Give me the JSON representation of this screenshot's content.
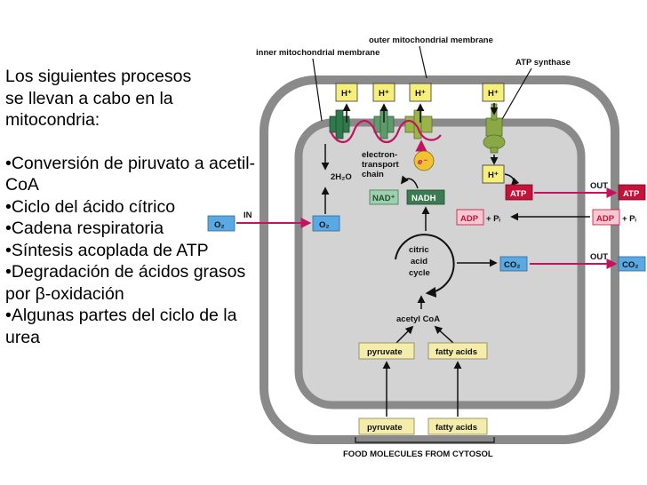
{
  "slide": {
    "title": "Los siguientes procesos\nse llevan a cabo en la\nmitocondria:",
    "bullets": [
      "•Conversión de piruvato a acetil-CoA",
      "•Ciclo del ácido cítrico",
      "•Cadena respiratoria",
      "•Síntesis acoplada de ATP",
      "•Degradación de ácidos grasos por β-oxidación",
      "•Algunas partes del ciclo de la urea"
    ]
  },
  "diagram": {
    "labels": {
      "outer_membrane": "outer mitochondrial membrane",
      "inner_membrane": "inner mitochondrial membrane",
      "atp_synthase": "ATP synthase",
      "etc": [
        "electron-",
        "transport",
        "chain"
      ],
      "water": "2H₂O",
      "electron": "e⁻",
      "citric_cycle": [
        "citric",
        "acid",
        "cycle"
      ],
      "acetyl_coa": "acetyl CoA",
      "food_molecules": "FOOD MOLECULES FROM CYTOSOL",
      "in_label": "IN",
      "out_atp": "OUT",
      "out_co2": "OUT",
      "plus_pi_inside": "+ Pᵢ",
      "plus_pi_outside": "+ Pᵢ"
    },
    "boxes": {
      "h_plus": "H⁺",
      "nad": "NAD⁺",
      "nadh": "NADH",
      "atp": "ATP",
      "adp": "ADP",
      "o2": "O₂",
      "co2": "CO₂",
      "pyruvate": "pyruvate",
      "fatty_acids": "fatty acids"
    },
    "colors": {
      "outer_membrane": "#8a8a8a",
      "matrix": "#d2d3d2",
      "proton_box": "#f6ef7c",
      "atp_box": "#c4123a",
      "oxygen_box": "#5aa9e2",
      "nadh_box": "#3c7a52",
      "nad_box": "#9ed0ae",
      "food_box": "#f3ecab",
      "arrow_magenta": "#c4125e"
    }
  }
}
